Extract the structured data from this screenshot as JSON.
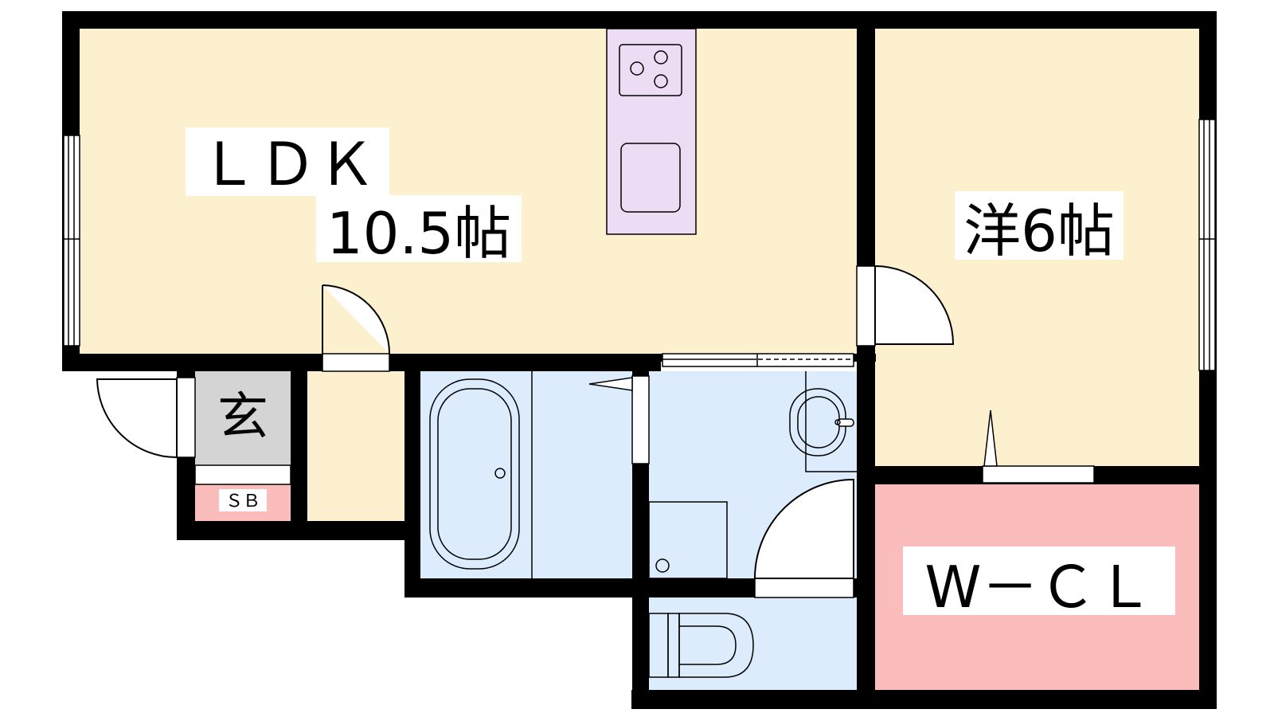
{
  "rooms": {
    "ldk": {
      "name": "ＬＤＫ",
      "size": "10.5帖"
    },
    "western": {
      "name": "洋6帖"
    },
    "entrance": {
      "name": "玄"
    },
    "shoebox": {
      "name": "ＳＢ"
    },
    "closet": {
      "name": "W－ＣＬ"
    }
  },
  "colors": {
    "wall": "#000000",
    "living": "#fdf0cf",
    "wet_area": "#dcecfc",
    "closet": "#fbbcbc",
    "kitchen": "#ecdcf4",
    "entrance": "#d4d4d4",
    "fixture_line": "#000000"
  },
  "icons": {
    "stove": "stove-icon",
    "sink": "sink-icon",
    "bathtub": "bathtub-icon",
    "washbasin": "washbasin-icon",
    "toilet": "toilet-icon",
    "washing_machine": "washing-machine-icon"
  }
}
